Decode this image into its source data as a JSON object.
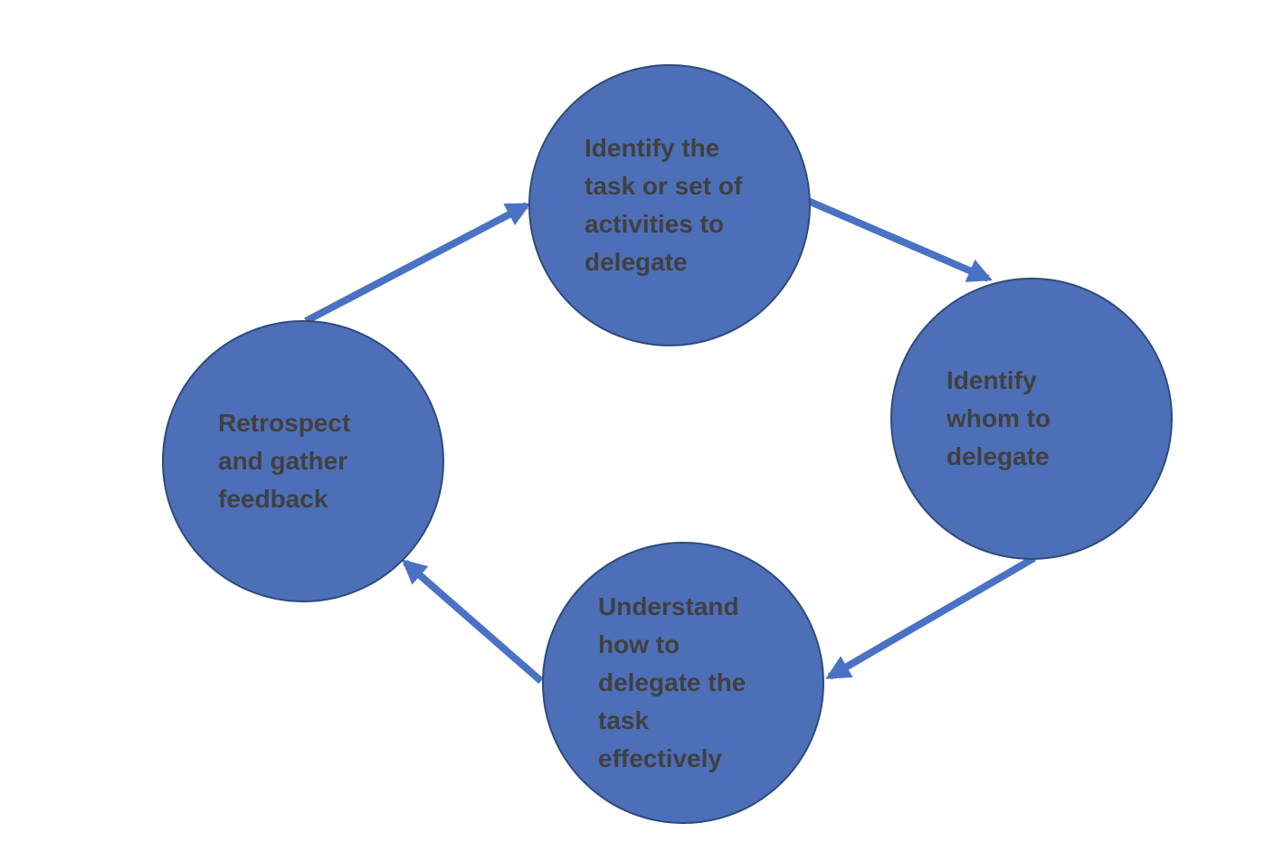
{
  "diagram": {
    "type": "cycle",
    "direction": "clockwise",
    "nodes": [
      {
        "id": "identify-task",
        "position": "top",
        "label": "Identify the\ntask or set of\nactivities to\ndelegate"
      },
      {
        "id": "identify-whom",
        "position": "right",
        "label": "Identify\nwhom to\ndelegate"
      },
      {
        "id": "understand-how",
        "position": "bottom",
        "label": "Understand\nhow to\ndelegate the\ntask\neffectively"
      },
      {
        "id": "retrospect",
        "position": "left",
        "label": "Retrospect\nand gather\nfeedback"
      }
    ],
    "edges": [
      {
        "from": "retrospect",
        "to": "identify-task"
      },
      {
        "from": "identify-task",
        "to": "identify-whom"
      },
      {
        "from": "identify-whom",
        "to": "understand-how"
      },
      {
        "from": "understand-how",
        "to": "retrospect"
      }
    ],
    "colors": {
      "node_fill": "#4D6FB8",
      "node_border": "#2F4B7C",
      "arrow": "#4A72C4",
      "text": "#404040",
      "background": "#FFFFFF"
    }
  }
}
